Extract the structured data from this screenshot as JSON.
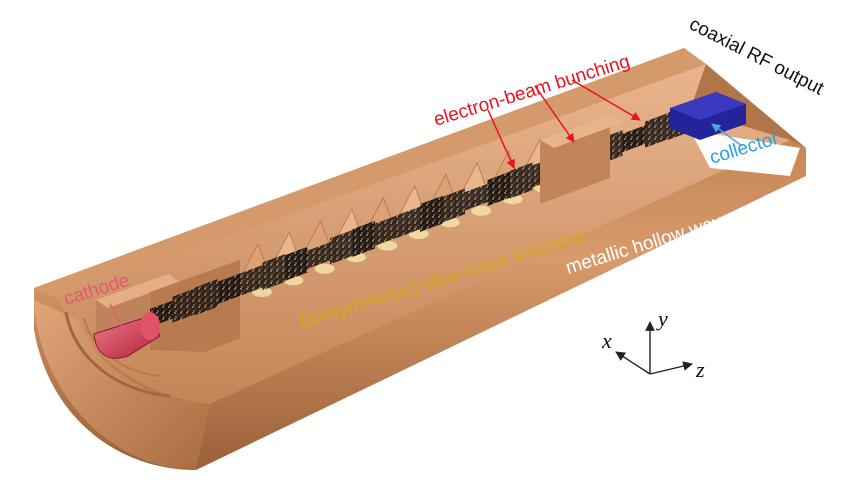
{
  "labels": {
    "coaxial_output": "coaxial RF output",
    "bunching": "electron-beam bunching",
    "collector": "collector",
    "waveguide": "metallic hollow waveguide",
    "slow_wave": "(axisymmetric) slow-wave structure",
    "cathode": "cathode"
  },
  "axes": {
    "x": "x",
    "y": "y",
    "z": "z"
  },
  "colors": {
    "copper": "#c98a5c",
    "copper_dark": "#8c5a34",
    "copper_light": "#e6b088",
    "bunching_label": "#e8141e",
    "collector_label": "#2aa0e0",
    "slow_wave_label": "#d9a520",
    "cathode_label": "#e45a72",
    "cathode": "#c93448",
    "collector": "#1e1e8c"
  }
}
